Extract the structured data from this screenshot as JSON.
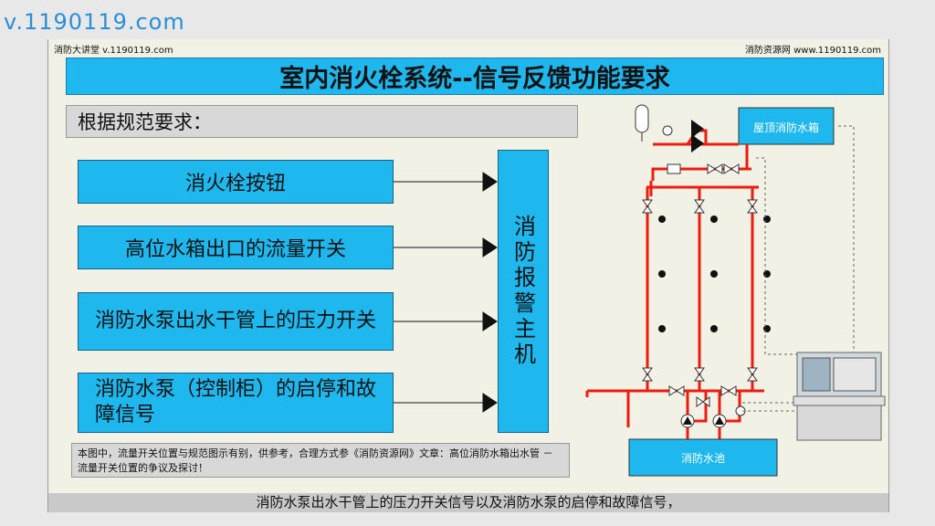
{
  "watermark": "v.1190119.com",
  "header": {
    "left": "消防大讲堂 v.1190119.com",
    "right": "消防资源网 www.1190119.com"
  },
  "title": "室内消火栓系统--信号反馈功能要求",
  "subtitle": "根据规范要求：",
  "items": [
    "消火栓按钮",
    "高位水箱出口的流量开关",
    "消防水泵出水干管上的压力开关",
    "消防水泵（控制柜）的启停和故障信号"
  ],
  "host": "消防报警主机",
  "diagram": {
    "roof_tank": "屋顶消防水箱",
    "pool": "消防水池"
  },
  "note": "本图中，流量开关位置与规范图示有别，供参考，合理方式参《消防资源网》文章：高位消防水箱出水管 － 流量开关位置的争议及探讨！",
  "bottom": "消防水泵出水干管上的压力开关信号以及消防水泵的启停和故障信号，",
  "colors": {
    "accent": "#1fb8ee",
    "pipe": "#ee1c0f"
  }
}
